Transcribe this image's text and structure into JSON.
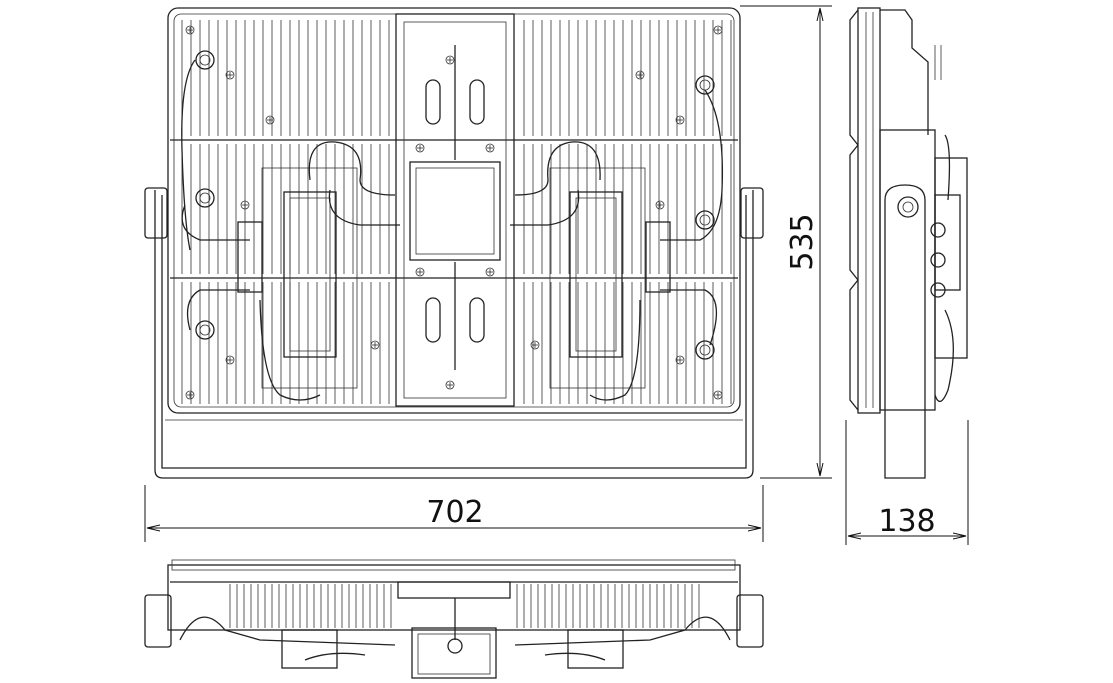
{
  "dimensions": {
    "width": "702",
    "height": "535",
    "depth": "138"
  },
  "colors": {
    "line": "#222222",
    "background": "#ffffff"
  }
}
